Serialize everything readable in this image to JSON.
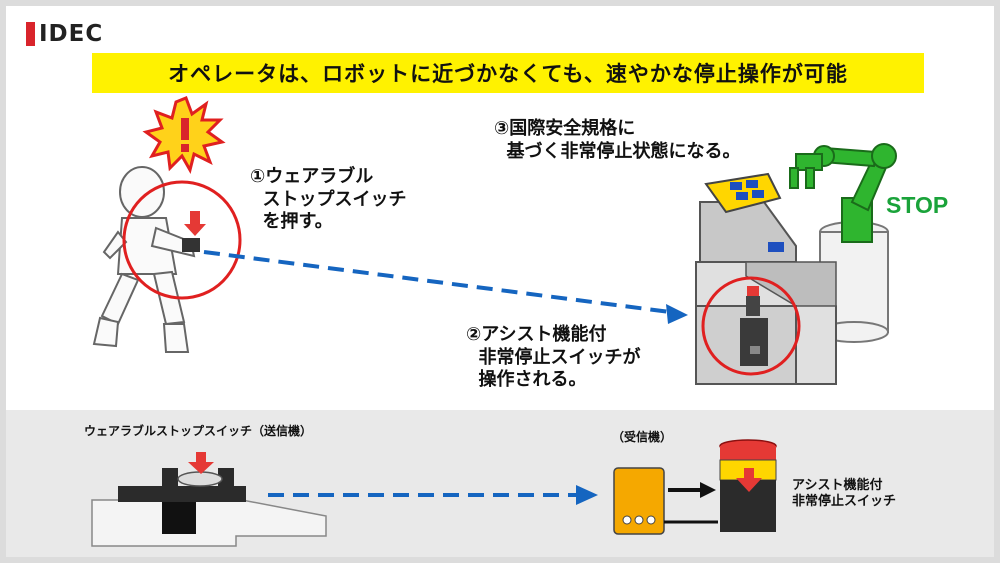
{
  "brand": {
    "logo": "IDEC",
    "accent": "#d9242b"
  },
  "headline": "オペレータは、ロボットに近づかなくても、速やかな停止操作が可能",
  "steps": {
    "step1": "①ウェアラブル\n  ストップスイッチ\n  を押す。",
    "step2": "②アシスト機能付\n  非常停止スイッチが\n  操作される。",
    "step3": "③国際安全規格に\n  基づく非常停止状態になる。"
  },
  "stop_label": "STOP",
  "bottom": {
    "transmitter_label": "ウェアラブルストップスイッチ（送信機）",
    "receiver_label": "（受信機）",
    "switch_label": "アシスト機能付\n非常停止スイッチ"
  },
  "colors": {
    "highlight": "#fff200",
    "circle": "#e02020",
    "arrow": "#1565c0",
    "robot": "#2fb52f",
    "receiver": "#f5a800"
  }
}
